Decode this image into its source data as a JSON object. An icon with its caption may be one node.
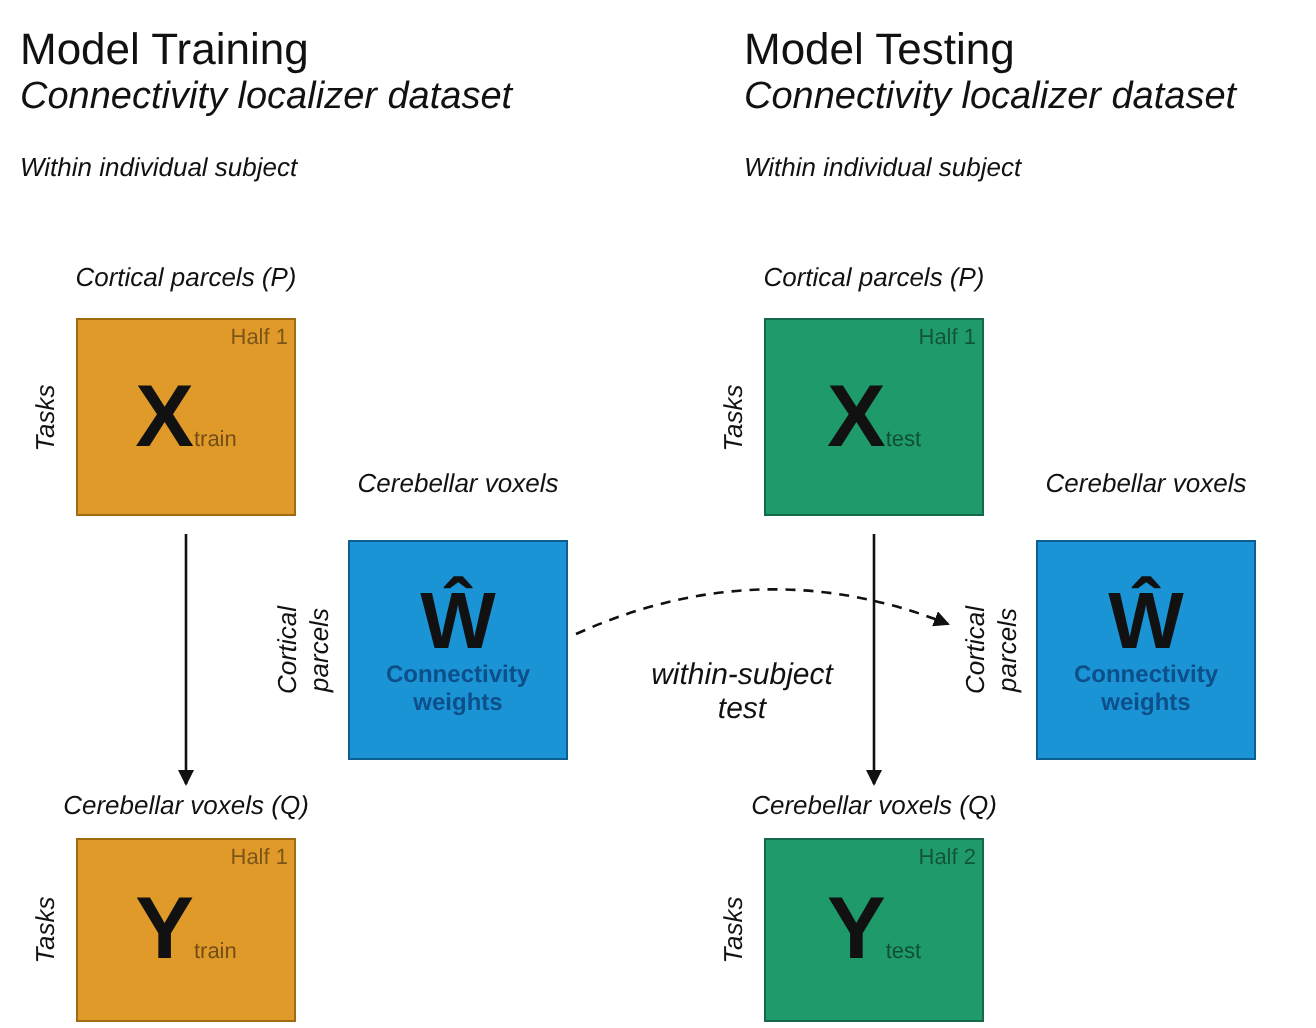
{
  "diagram": {
    "nodes": [
      {
        "text": [
          "Cortical parcels (P)",
          "Half 1",
          "X$_{train}$"
        ],
        "beside": [
          "Tasks"
        ]
      },
      {
        "text": [
          "Cerebellar voxels (Q)",
          "Half 1",
          "Y$_{train}$"
        ],
        "beside": [
          "Tasks"
        ]
      },
      {
        "text": [
          "Cerebellar voxels",
          "Ŵ",
          "Connectivity weights"
        ],
        "beside": [
          "Cortical parcels"
        ]
      },
      {
        "text": [
          "Cortical parcels (P)",
          "Half 1",
          "X$_{test}$"
        ],
        "beside": [
          "Tasks"
        ]
      },
      {
        "text": [
          "Cerebellar voxels (Q)",
          "Half 2",
          "Y$_{test}$"
        ],
        "beside": [
          "Tasks"
        ]
      },
      {
        "text": [
          "Cerebellar voxels",
          "Ŵ",
          "Connectivity weights"
        ],
        "beside": [
          "Cortical parcels"
        ]
      }
    ],
    "edges": [
      {
        "from": 0,
        "to": 1,
        "arrow": "to"
      },
      {
        "from": 3,
        "to": 4,
        "arrow": "to"
      },
      {
        "from": 2,
        "to": 5,
        "arrow": "to",
        "style": "dashed",
        "label": "within-subject test"
      }
    ],
    "labels": [
      "Model Training",
      "Connectivity localizer dataset",
      "Within individual subject",
      "Model Testing",
      "Connectivity localizer dataset",
      "Within individual subject"
    ]
  }
}
